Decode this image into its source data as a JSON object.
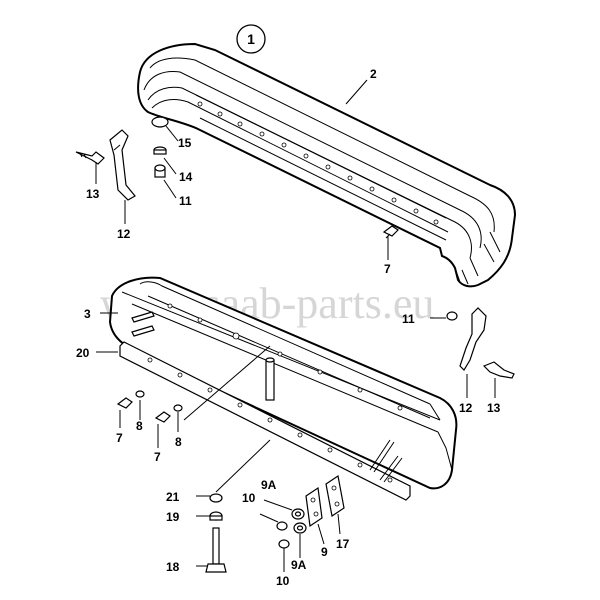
{
  "diagram": {
    "assembly_number": "1",
    "watermark": "www.saab-parts.eu",
    "callouts": {
      "c2": "2",
      "c15": "15",
      "c14": "14",
      "c11a": "11",
      "c13a": "13",
      "c12a": "12",
      "c7a": "7",
      "c3": "3",
      "c20": "20",
      "c11b": "11",
      "c12b": "12",
      "c13b": "13",
      "c7b": "7",
      "c8a": "8",
      "c7c": "7",
      "c8b": "8",
      "c21": "21",
      "c19": "19",
      "c18": "18",
      "c10a": "10",
      "c9Aa": "9A",
      "c9Ab": "9A",
      "c10b": "10",
      "c9": "9",
      "c17": "17"
    }
  }
}
